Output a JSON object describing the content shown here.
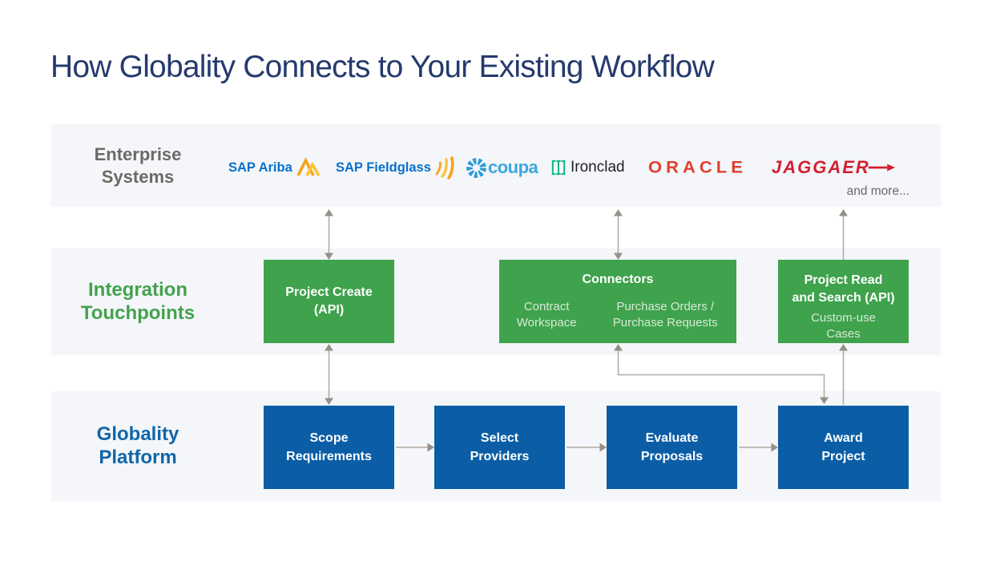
{
  "header": {
    "title": "How Globality Connects to Your Existing Workflow"
  },
  "rows": {
    "enterprise": {
      "label": "Enterprise Systems",
      "logos": [
        {
          "text": "SAP Ariba",
          "icon": "ariba-chevrons-icon"
        },
        {
          "text": "SAP Fieldglass",
          "icon": "fieldglass-swoosh-icon"
        },
        {
          "text": "coupa",
          "icon": "coupa-sunburst-icon"
        },
        {
          "text": "Ironclad",
          "icon": "ironclad-ibeam-icon"
        },
        {
          "text": "ORACLE"
        },
        {
          "text": "JAGGAER",
          "icon": "jaggaer-arrow-icon"
        }
      ],
      "more_label": "and more..."
    },
    "integration": {
      "label": "Integration Touchpoints",
      "boxes": [
        {
          "title": "Project Create (API)"
        },
        {
          "title": "Connectors",
          "items": [
            "Contract Workspace",
            "Purchase Orders / Purchase Requests"
          ]
        },
        {
          "title_lines": [
            "Project Read",
            "and Search (API)"
          ],
          "subtitle": "Custom-use Cases"
        }
      ]
    },
    "platform": {
      "label": "Globality Platform",
      "steps": [
        "Scope Requirements",
        "Select Providers",
        "Evaluate Proposals",
        "Award Project"
      ]
    }
  },
  "colors": {
    "title_navy": "#253a6d",
    "band_background": "#f4f6f9",
    "enterprise_label_gray": "#6b6a66",
    "integration_green": "#44a24d",
    "box_green": "#3fa24c",
    "platform_blue": "#1166a8",
    "box_blue": "#0b5ea6",
    "arrow_gray": "#b2aca6",
    "sap_blue": "#0a70c8",
    "ariba_gold": "#f6a21d",
    "coupa_blue": "#3aa7e0",
    "ironclad_green": "#0fb57d",
    "oracle_red": "#e0402e",
    "jaggaer_red": "#d21f30"
  }
}
